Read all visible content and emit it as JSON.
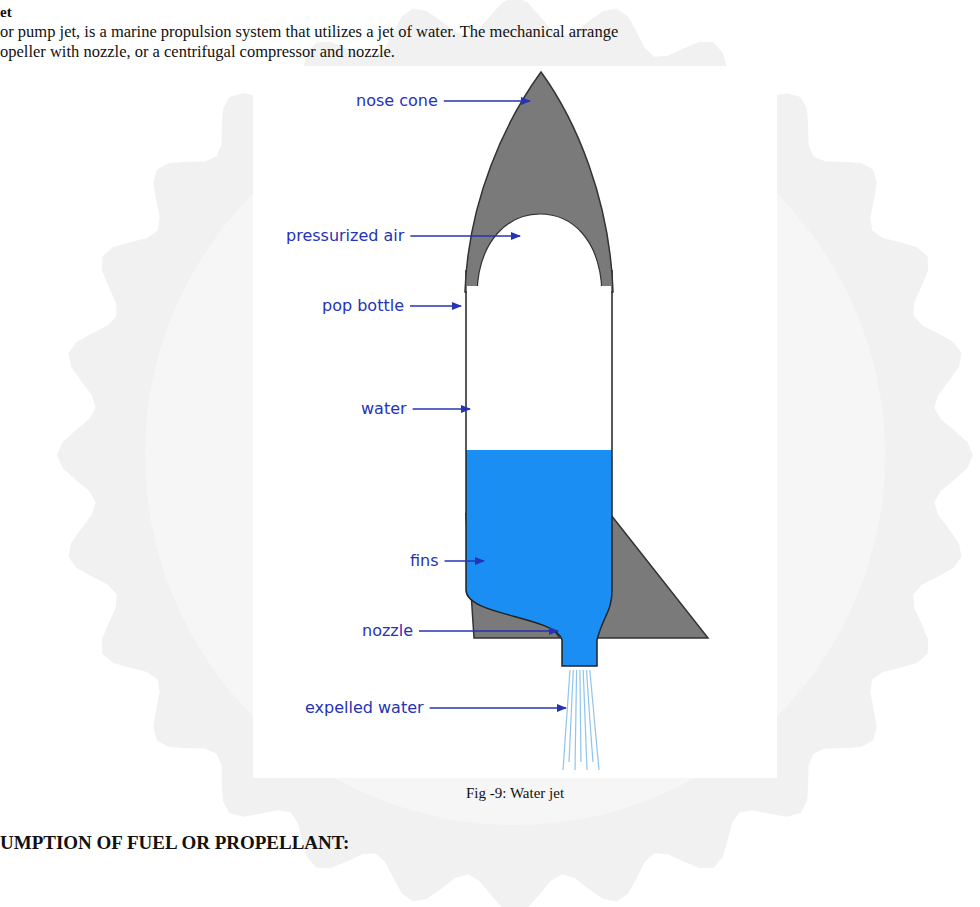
{
  "diagram": {
    "caption": "Fig -9: Water jet",
    "labels": [
      "et",
      "or pump jet, is a marine propulsion system that utilizes a jet of water. The mechanical arrange",
      "opeller with nozzle, or a centrifugal compressor and nozzle.",
      "nose cone",
      "pressurized air",
      "pop bottle",
      "water",
      "fins",
      "nozzle",
      "expelled water",
      "UMPTION OF FUEL OR PROPELLANT:"
    ]
  }
}
